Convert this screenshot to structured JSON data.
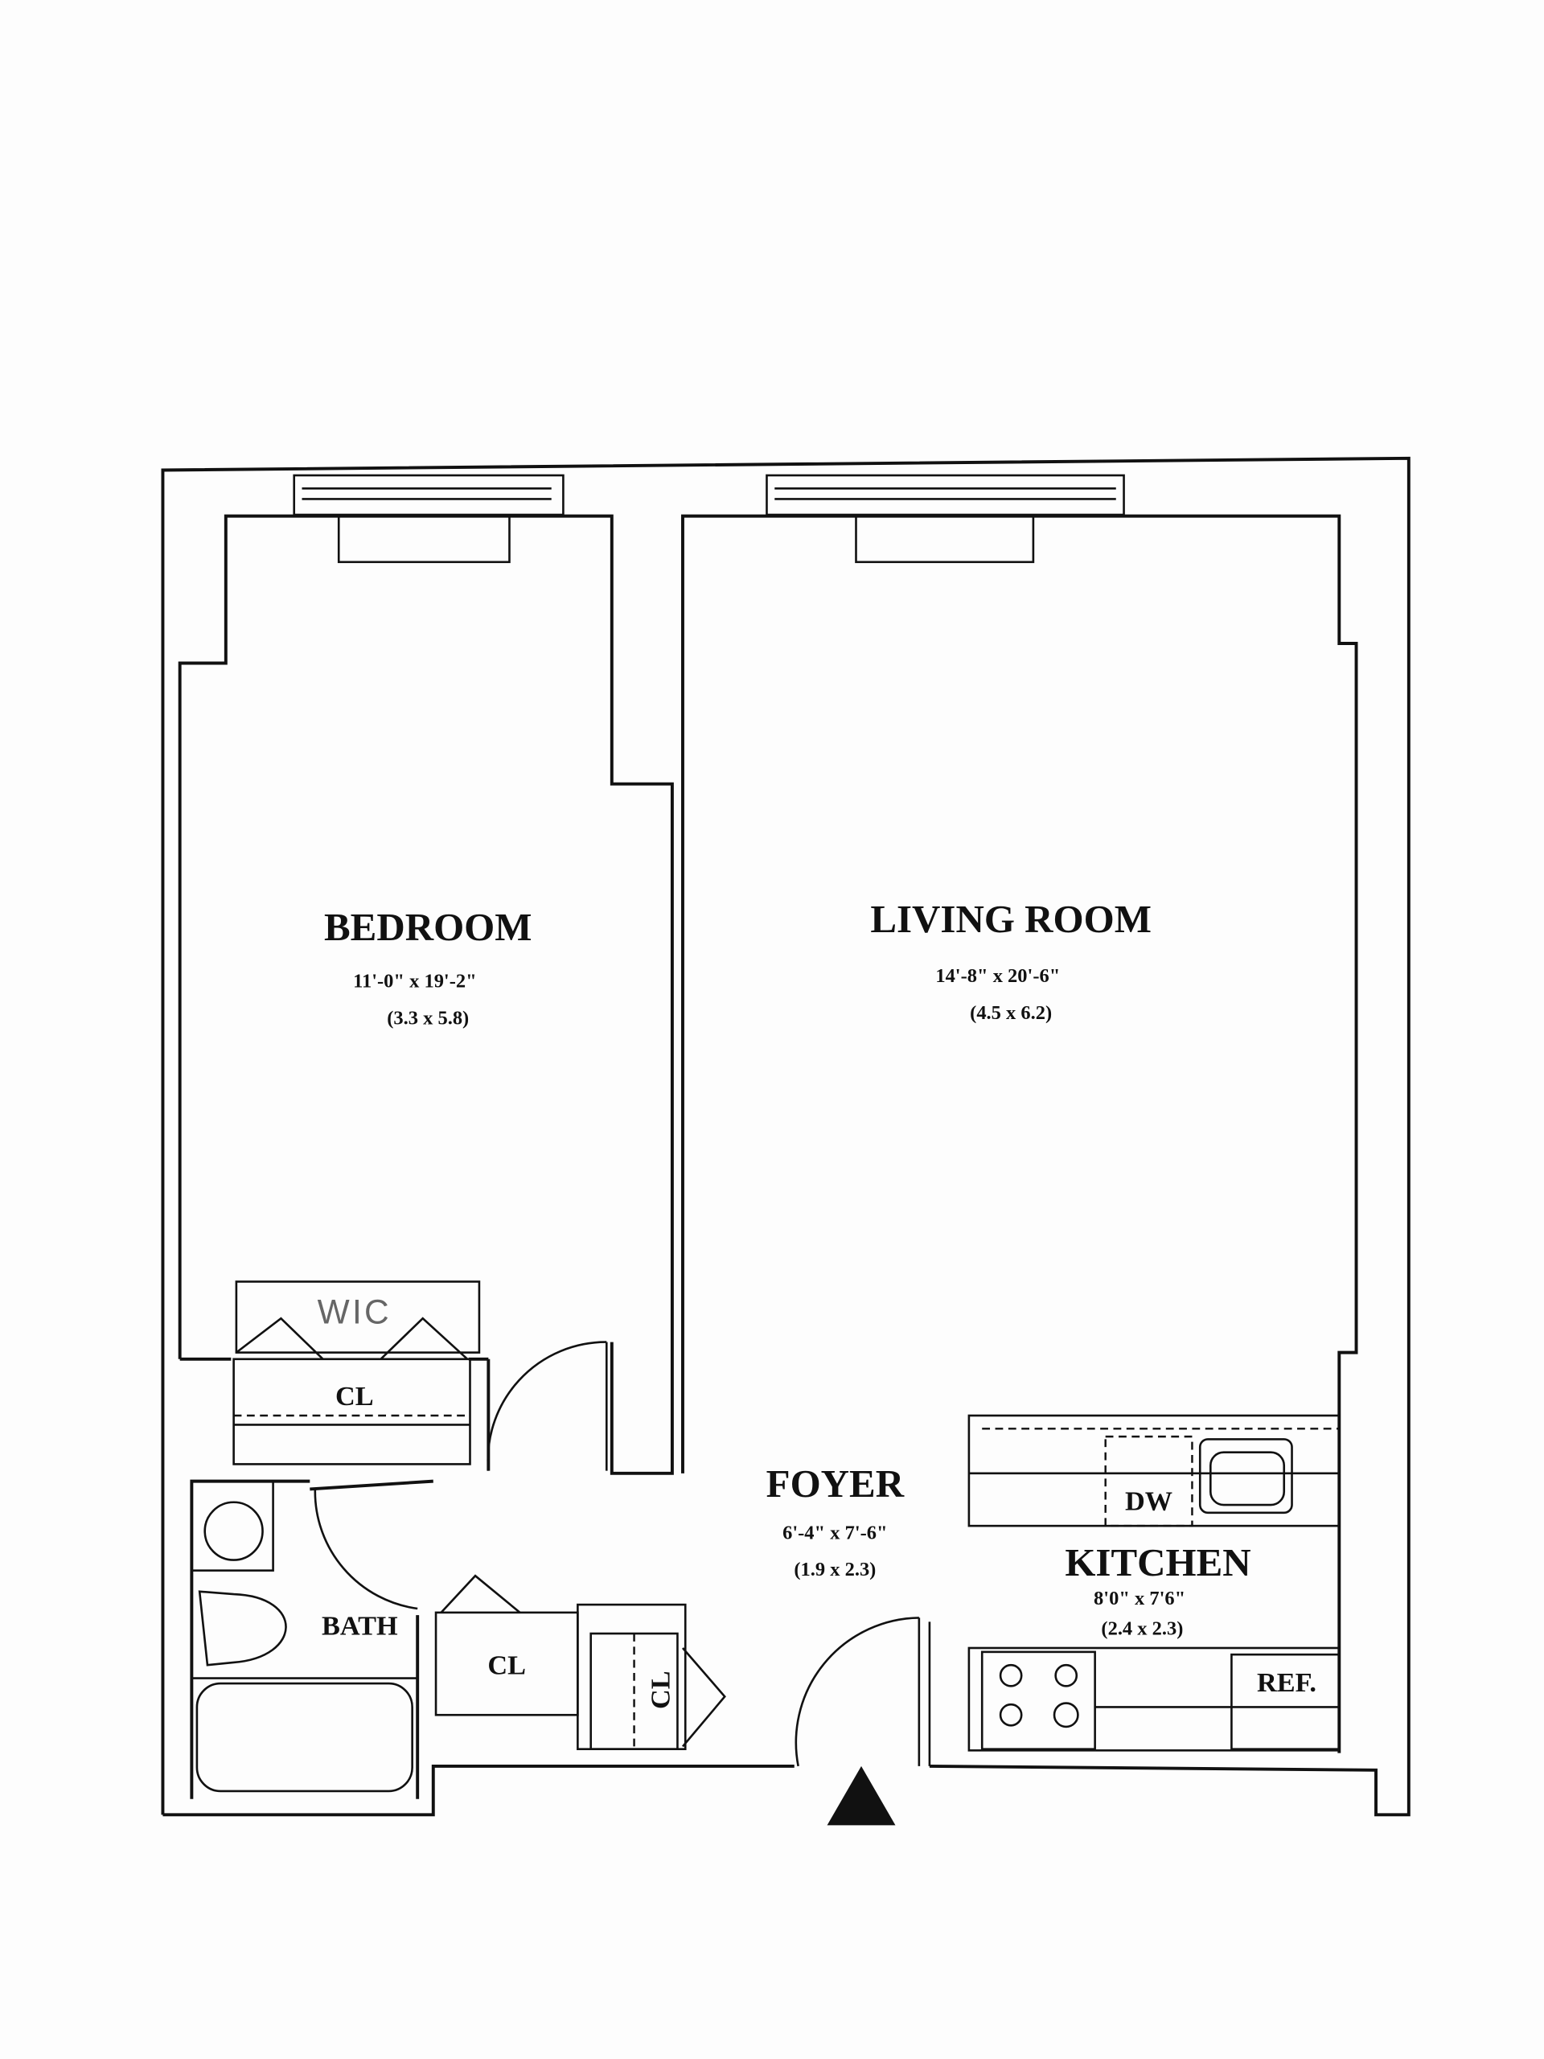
{
  "rooms": {
    "bedroom": {
      "name": "BEDROOM",
      "dim_imperial": "11'-0\" x 19'-2\"",
      "dim_metric": "(3.3 x 5.8)"
    },
    "living_room": {
      "name": "LIVING ROOM",
      "dim_imperial": "14'-8\" x 20'-6\"",
      "dim_metric": "(4.5 x 6.2)"
    },
    "foyer": {
      "name": "FOYER",
      "dim_imperial": "6'-4\" x 7'-6\"",
      "dim_metric": "(1.9 x 2.3)"
    },
    "kitchen": {
      "name": "KITCHEN",
      "dim_imperial": "8'0\" x 7'6\"",
      "dim_metric": "(2.4 x 2.3)"
    },
    "bath": {
      "name": "BATH"
    }
  },
  "fixtures": {
    "closet_bedroom": "CL",
    "closet_hall": "CL",
    "closet_foyer": "CL",
    "walk_in_closet_note": "WIC",
    "dishwasher": "DW",
    "refrigerator": "REF."
  }
}
